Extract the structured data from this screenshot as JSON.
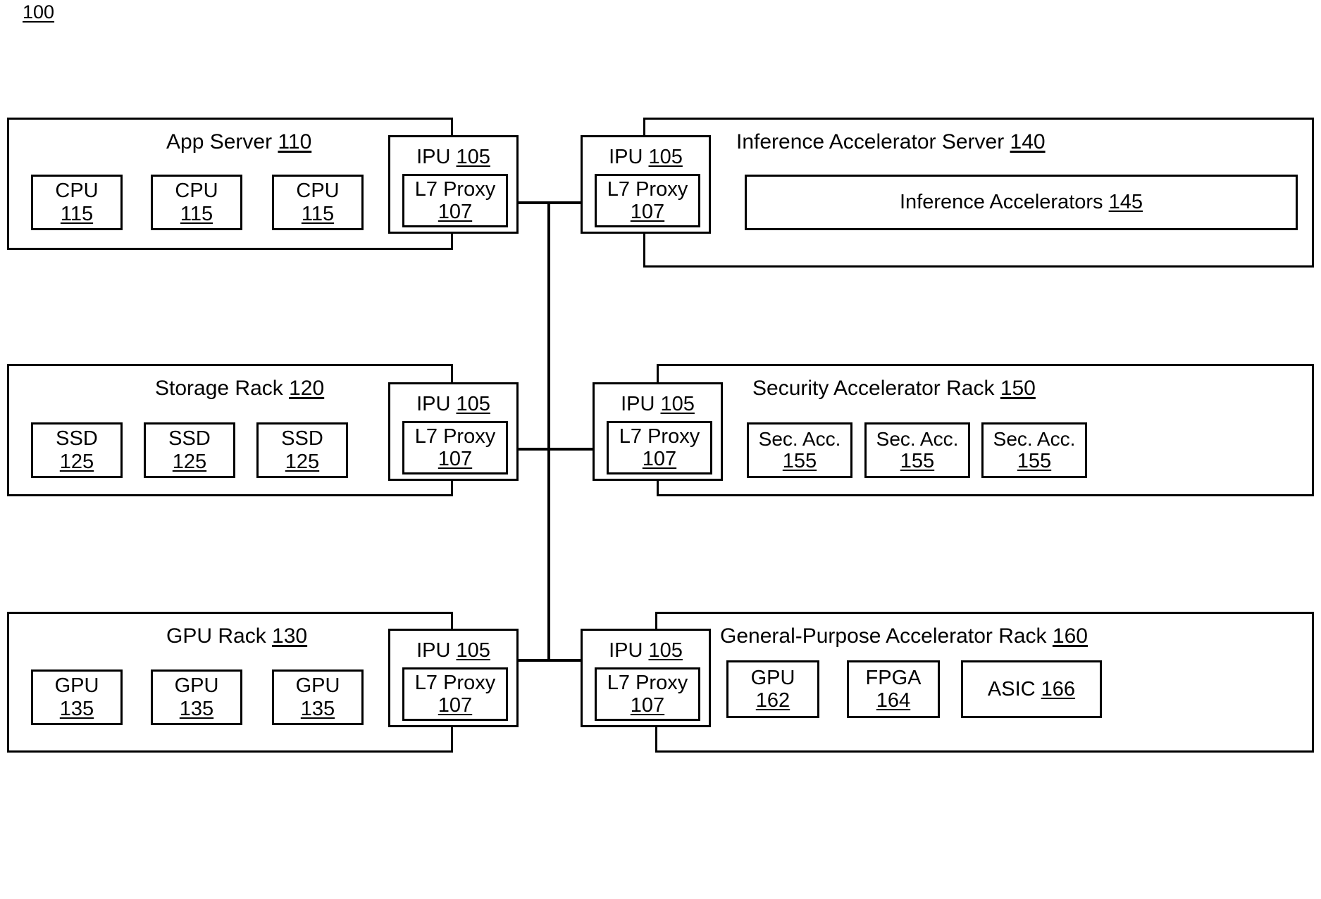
{
  "figure": {
    "number": "100"
  },
  "labels": {
    "ipu_title": "IPU 105",
    "ipu_ref": "105",
    "ipu_name": "IPU",
    "l7_name": "L7 Proxy",
    "l7_ref": "107"
  },
  "racks": [
    {
      "id": "app-server",
      "title_text": "App Server",
      "title_ref": "110",
      "items": [
        {
          "name": "CPU",
          "ref": "115"
        },
        {
          "name": "CPU",
          "ref": "115"
        },
        {
          "name": "CPU",
          "ref": "115"
        }
      ]
    },
    {
      "id": "inference-accelerator-server",
      "title_text": "Inference Accelerator Server",
      "title_ref": "140",
      "items": [
        {
          "name": "Inference Accelerators",
          "ref": "145"
        }
      ]
    },
    {
      "id": "storage-rack",
      "title_text": "Storage Rack",
      "title_ref": "120",
      "items": [
        {
          "name": "SSD",
          "ref": "125"
        },
        {
          "name": "SSD",
          "ref": "125"
        },
        {
          "name": "SSD",
          "ref": "125"
        }
      ]
    },
    {
      "id": "security-accelerator-rack",
      "title_text": "Security Accelerator Rack",
      "title_ref": "150",
      "items": [
        {
          "name": "Sec. Acc.",
          "ref": "155"
        },
        {
          "name": "Sec. Acc.",
          "ref": "155"
        },
        {
          "name": "Sec. Acc.",
          "ref": "155"
        }
      ]
    },
    {
      "id": "gpu-rack",
      "title_text": "GPU Rack",
      "title_ref": "130",
      "items": [
        {
          "name": "GPU",
          "ref": "135"
        },
        {
          "name": "GPU",
          "ref": "135"
        },
        {
          "name": "GPU",
          "ref": "135"
        }
      ]
    },
    {
      "id": "general-purpose-accelerator-rack",
      "title_text": "General-Purpose Accelerator Rack",
      "title_ref": "160",
      "items": [
        {
          "name": "GPU",
          "ref": "162"
        },
        {
          "name": "FPGA",
          "ref": "164"
        },
        {
          "name": "ASIC",
          "ref": "166"
        }
      ]
    }
  ],
  "colors": {
    "stroke": "#000000",
    "background": "#ffffff"
  }
}
